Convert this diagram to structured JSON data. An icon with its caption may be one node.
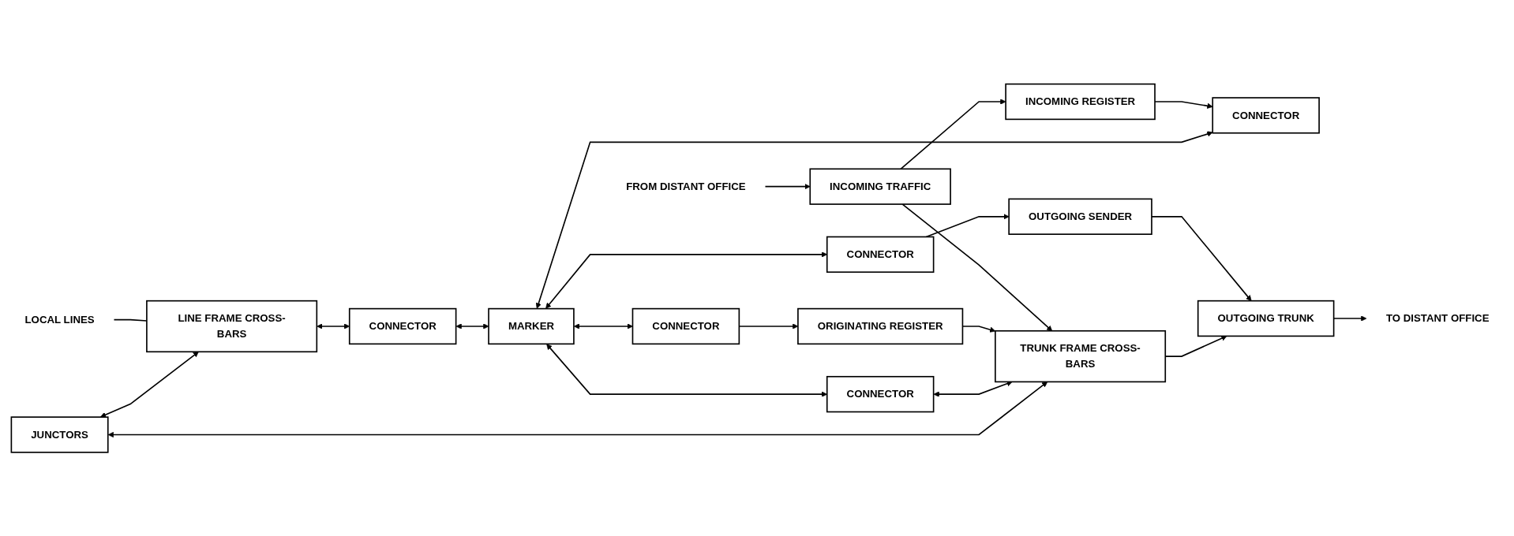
{
  "diagram": {
    "nodes": [
      {
        "text": [
          "JUNCTORS"
        ]
      },
      {
        "text": [
          "LOCAL LINES"
        ]
      },
      {
        "text": [
          "LINE FRAME CROSS-BARS"
        ]
      },
      {
        "text": [
          "CONNECTOR"
        ]
      },
      {
        "text": [
          "MARKER"
        ]
      },
      {
        "text": [
          "CONNECTOR"
        ]
      },
      {
        "text": [
          "TRUNK FRAME CROSS-BARS"
        ]
      },
      {
        "text": [
          "CONNECTOR"
        ]
      },
      {
        "text": [
          "ORIGINATING REGISTER"
        ]
      },
      {
        "text": [
          "CONNECTOR"
        ]
      },
      {
        "text": [
          "INCOMING REGISTER"
        ]
      },
      {
        "text": [
          "INCOMING TRAFFIC"
        ]
      },
      {
        "text": [
          "FROM DISTANT OFFICE"
        ]
      },
      {
        "text": [
          "CONNECTOR"
        ]
      },
      {
        "text": [
          "OUTGOING SENDER"
        ]
      },
      {
        "text": [
          "OUTGOING TRUNK"
        ]
      },
      {
        "text": [
          "TO DISTANT OFFICE"
        ]
      }
    ],
    "edges": [
      {
        "from": 0,
        "to": 2,
        "arrow": "both"
      },
      {
        "from": 0,
        "to": 6,
        "arrow": "both"
      },
      {
        "from": 1,
        "to": 2,
        "arrow": "none"
      },
      {
        "from": 2,
        "to": 3,
        "arrow": "both"
      },
      {
        "from": 3,
        "to": 4,
        "arrow": "both"
      },
      {
        "from": 4,
        "to": 5,
        "arrow": "both"
      },
      {
        "from": 5,
        "to": 6,
        "arrow": "both"
      },
      {
        "from": 4,
        "to": 7,
        "arrow": "both"
      },
      {
        "from": 4,
        "to": 9,
        "arrow": "both"
      },
      {
        "from": 4,
        "to": 13,
        "arrow": "both"
      },
      {
        "from": 7,
        "to": 8,
        "arrow": "to"
      },
      {
        "from": 8,
        "to": 6,
        "arrow": "to"
      },
      {
        "from": 12,
        "to": 11,
        "arrow": "to"
      },
      {
        "from": 11,
        "to": 10,
        "arrow": "to"
      },
      {
        "from": 10,
        "to": 9,
        "arrow": "to"
      },
      {
        "from": 11,
        "to": 6,
        "arrow": "to"
      },
      {
        "from": 6,
        "to": 15,
        "arrow": "to"
      },
      {
        "from": 13,
        "to": 14,
        "arrow": "to"
      },
      {
        "from": 14,
        "to": 15,
        "arrow": "to"
      },
      {
        "from": 15,
        "to": 16,
        "arrow": "to"
      }
    ]
  }
}
